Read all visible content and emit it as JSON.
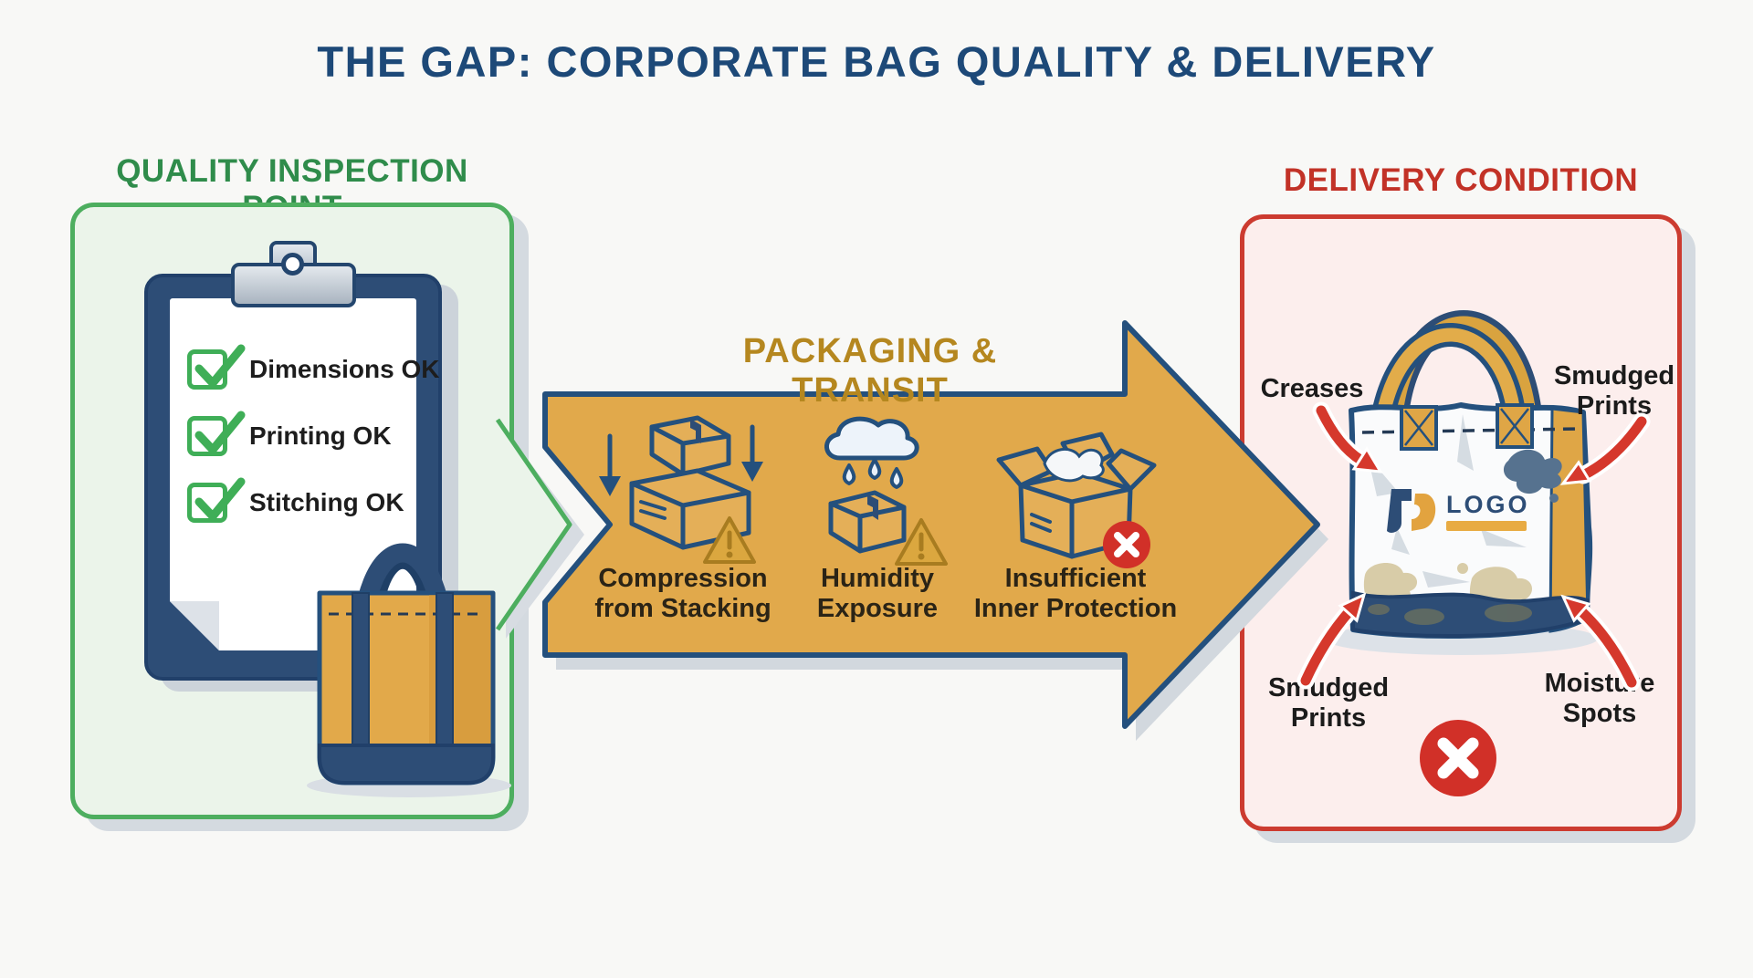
{
  "title": "THE GAP: CORPORATE BAG QUALITY & DELIVERY",
  "left_panel": {
    "heading": "QUALITY INSPECTION POINT",
    "checklist": [
      {
        "label": "Dimensions OK",
        "checked": true
      },
      {
        "label": "Printing OK",
        "checked": true
      },
      {
        "label": "Stitching OK",
        "checked": true
      }
    ]
  },
  "transit": {
    "heading": "PACKAGING & TRANSIT",
    "hazards": [
      {
        "icon": "stacked-boxes-compression-icon",
        "label_lines": [
          "Compression",
          "from Stacking"
        ]
      },
      {
        "icon": "rain-cloud-over-box-icon",
        "label_lines": [
          "Humidity",
          "Exposure"
        ]
      },
      {
        "icon": "open-box-no-padding-icon",
        "label_lines": [
          "Insufficient",
          "Inner Protection"
        ]
      }
    ]
  },
  "right_panel": {
    "heading": "DELIVERY CONDITION",
    "bag_logo_text": "LOGO",
    "defects": [
      {
        "position": "top-left",
        "label_lines": [
          "Creases",
          ""
        ]
      },
      {
        "position": "top-right",
        "label_lines": [
          "Smudged",
          "Prints"
        ]
      },
      {
        "position": "bottom-left",
        "label_lines": [
          "Smudged",
          "Prints"
        ]
      },
      {
        "position": "bottom-right",
        "label_lines": [
          "Moisture",
          "Spots"
        ]
      }
    ]
  },
  "colors": {
    "title_navy": "#1D4978",
    "outline_navy": "#24507D",
    "arrow_gold": "#E1A94B",
    "gold_text": "#B5871F",
    "green_border": "#4DAE5F",
    "green_text": "#2F8C4B",
    "green_fill": "#EBF4EA",
    "red_border": "#CC3B30",
    "red_text": "#C23227",
    "red_fill": "#FCEEED",
    "alert_red": "#D13028",
    "moisture_beige": "#D8CCA8",
    "smudge_blue_gray": "#56728F"
  }
}
